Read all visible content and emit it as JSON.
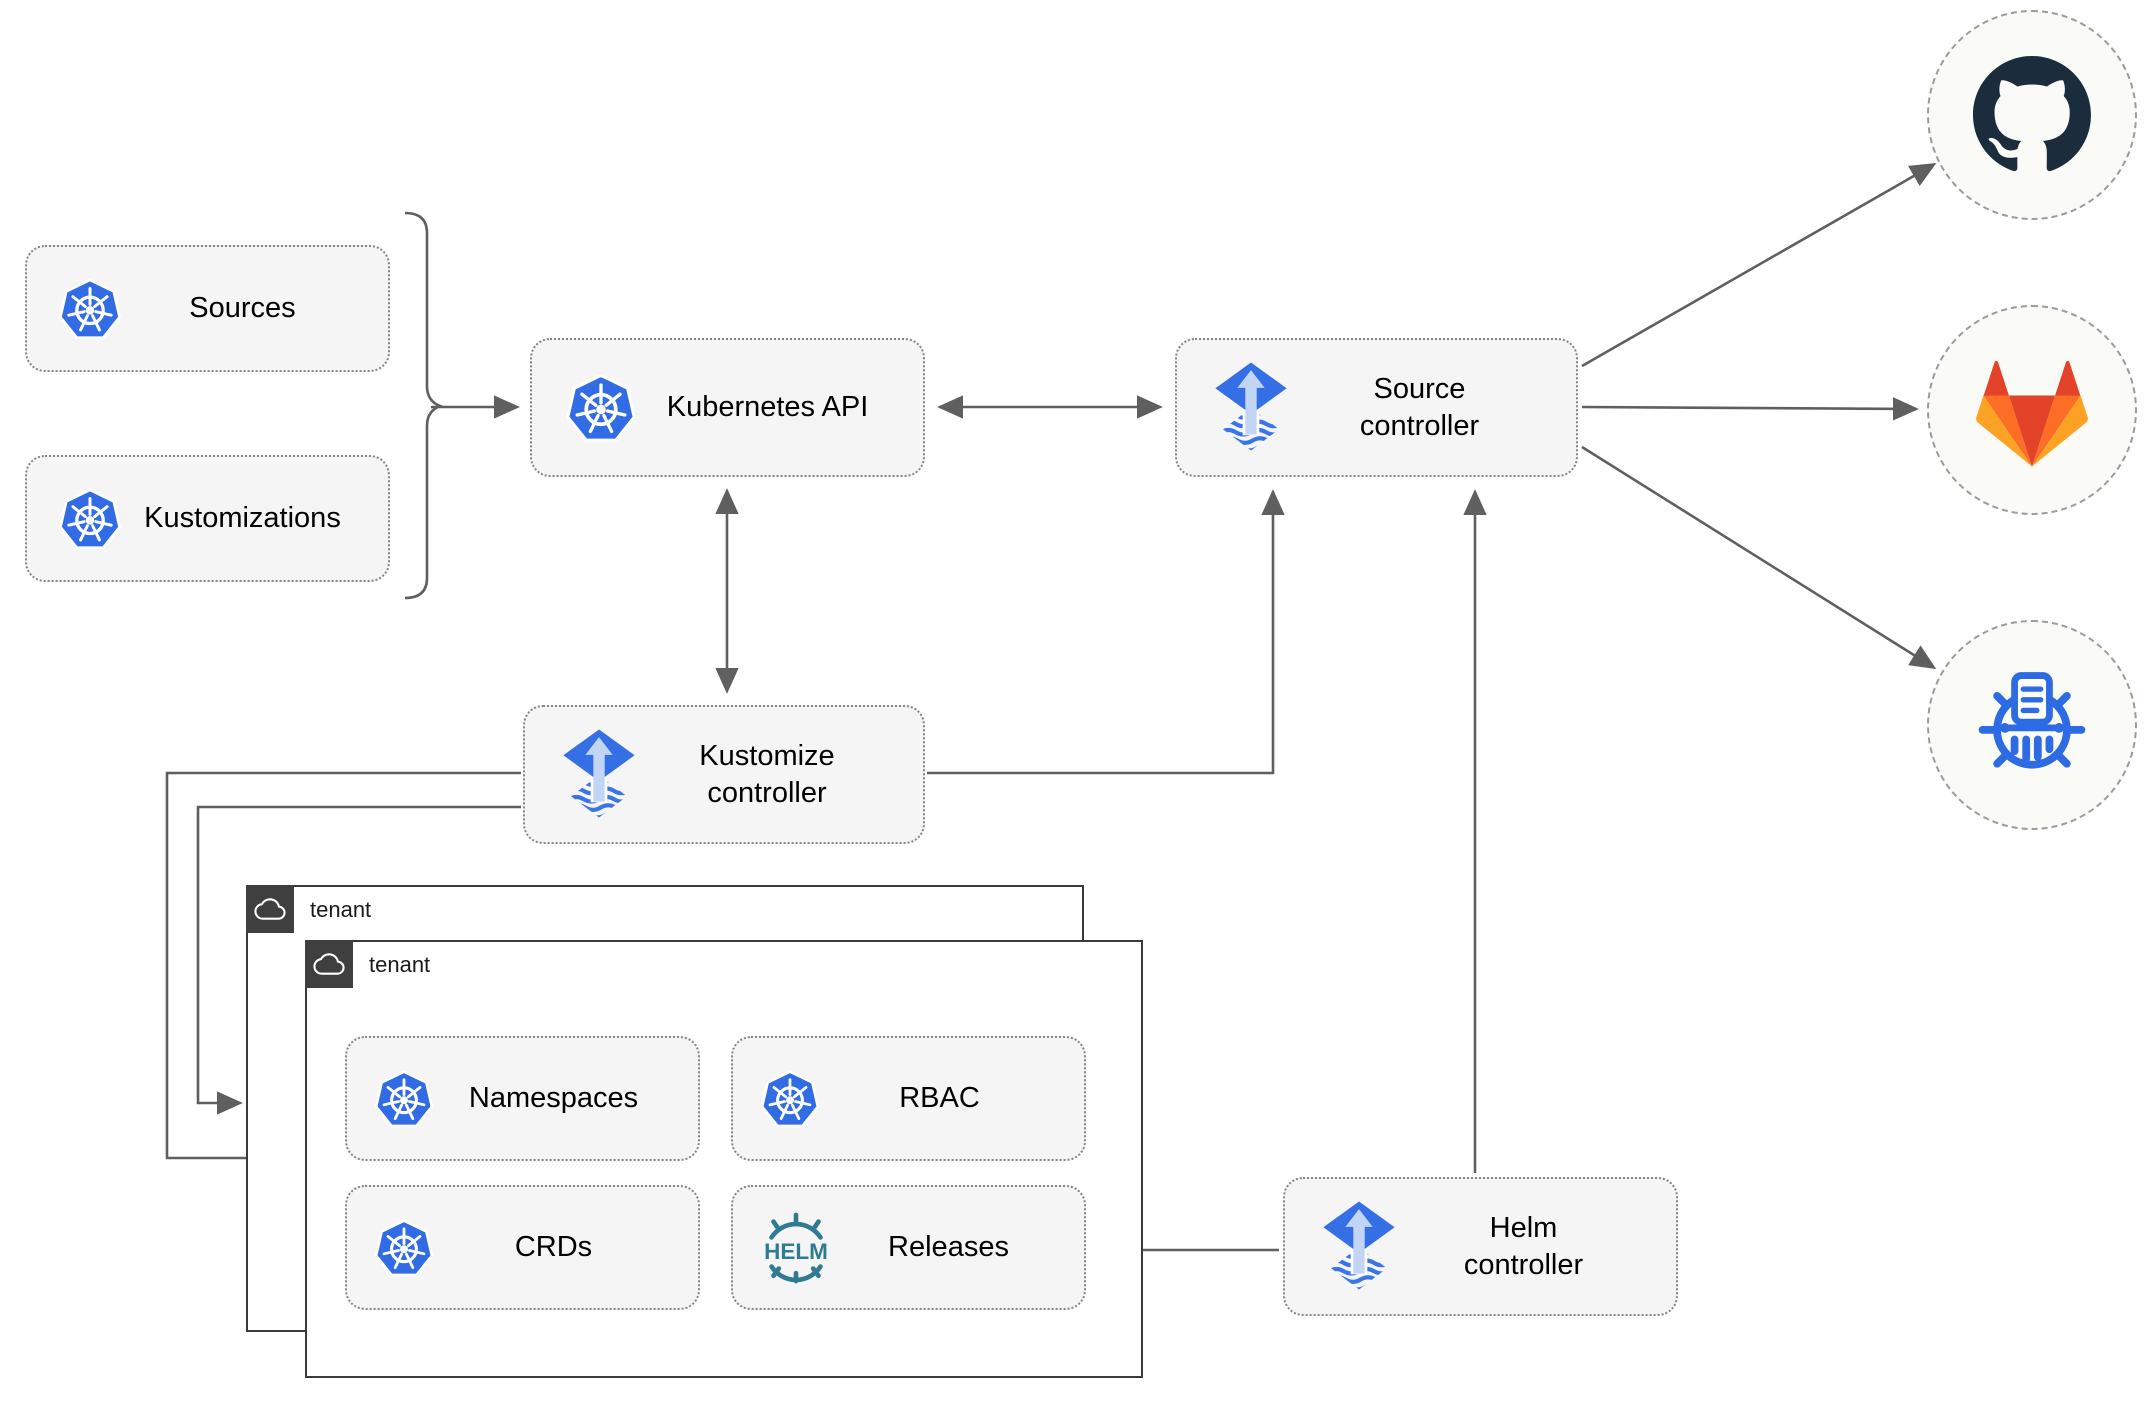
{
  "diagram": {
    "nodes": {
      "sources": {
        "label": "Sources",
        "icon": "kubernetes"
      },
      "kustomizations": {
        "label": "Kustomizations",
        "icon": "kubernetes"
      },
      "kubernetes_api": {
        "label": "Kubernetes API",
        "icon": "kubernetes"
      },
      "source_controller": {
        "line1": "Source",
        "line2": "controller",
        "icon": "flux"
      },
      "kustomize_controller": {
        "line1": "Kustomize",
        "line2": "controller",
        "icon": "flux"
      },
      "helm_controller": {
        "line1": "Helm",
        "line2": "controller",
        "icon": "flux"
      },
      "namespaces": {
        "label": "Namespaces",
        "icon": "kubernetes"
      },
      "rbac": {
        "label": "RBAC",
        "icon": "kubernetes"
      },
      "crds": {
        "label": "CRDs",
        "icon": "kubernetes"
      },
      "releases": {
        "label": "Releases",
        "icon": "helm"
      }
    },
    "groups": {
      "outer": {
        "label": "tenant",
        "icon": "cloud"
      },
      "inner": {
        "label": "tenant",
        "icon": "cloud"
      }
    },
    "remotes": [
      {
        "name": "github",
        "icon": "github-logo"
      },
      {
        "name": "gitlab",
        "icon": "gitlab-logo"
      },
      {
        "name": "chartmuseum",
        "icon": "chartmuseum-logo"
      }
    ],
    "helm_wordmark": "HELM",
    "colors": {
      "kubernetes_blue": "#326CE5",
      "flux_blue": "#356FE6",
      "flux_arrow_light": "#C3D5F5",
      "helm_teal": "#2E7B93",
      "github_dark": "#1B2D3D",
      "gitlab_red": "#E24329",
      "gitlab_orange": "#FC6D26",
      "gitlab_yellow": "#FCA326",
      "chartmuseum_blue": "#2C6BE3",
      "connector_gray": "#5F5F5F",
      "node_fill": "#F5F5F5",
      "tenant_border": "#3A3A3A"
    }
  }
}
